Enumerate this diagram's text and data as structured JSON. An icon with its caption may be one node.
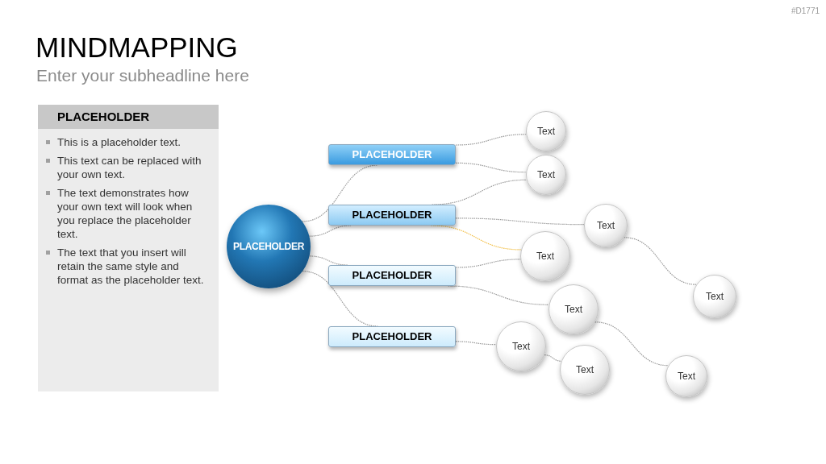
{
  "diagram": {
    "title": "MINDMAPPING",
    "caption": "Enter your subheadline here",
    "nodes": [
      {
        "text": [
          "PLACEHOLDER",
          "This is a placeholder text.",
          "This text can be replaced with your own text.",
          "The text demonstrates how your own text will look when you replace the placeholder text.",
          "The text that you insert will retain the same style and format as the placeholder text."
        ]
      },
      {
        "text": [
          "PLACEHOLDER"
        ]
      },
      {
        "text": [
          "PLACEHOLDER"
        ]
      },
      {
        "text": [
          "PLACEHOLDER"
        ]
      },
      {
        "text": [
          "PLACEHOLDER"
        ]
      },
      {
        "text": [
          "PLACEHOLDER"
        ]
      },
      {
        "text": [
          "Text"
        ]
      },
      {
        "text": [
          "Text"
        ]
      },
      {
        "text": [
          "Text"
        ]
      },
      {
        "text": [
          "Text"
        ]
      },
      {
        "text": [
          "Text"
        ]
      },
      {
        "text": [
          "Text"
        ]
      },
      {
        "text": [
          "Text"
        ]
      },
      {
        "text": [
          "Text"
        ]
      },
      {
        "text": [
          "Text"
        ]
      }
    ],
    "edges": [
      {
        "from": 1,
        "to": 2,
        "arrow": "none"
      },
      {
        "from": 1,
        "to": 3,
        "arrow": "none"
      },
      {
        "from": 1,
        "to": 4,
        "arrow": "none"
      },
      {
        "from": 1,
        "to": 5,
        "arrow": "none"
      },
      {
        "from": 2,
        "to": 6,
        "arrow": "none"
      },
      {
        "from": 2,
        "to": 7,
        "arrow": "none"
      },
      {
        "from": 3,
        "to": 7,
        "arrow": "none"
      },
      {
        "from": 3,
        "to": 8,
        "arrow": "none"
      },
      {
        "from": 3,
        "to": 9,
        "arrow": "none",
        "color": "#f2c04a"
      },
      {
        "from": 4,
        "to": 9,
        "arrow": "none"
      },
      {
        "from": 4,
        "to": 11,
        "arrow": "none"
      },
      {
        "from": 5,
        "to": 12,
        "arrow": "none"
      },
      {
        "from": 12,
        "to": 13,
        "arrow": "none"
      },
      {
        "from": 8,
        "to": 10,
        "arrow": "none"
      },
      {
        "from": 11,
        "to": 14,
        "arrow": "none"
      }
    ],
    "labels": [
      "#D1771"
    ]
  }
}
